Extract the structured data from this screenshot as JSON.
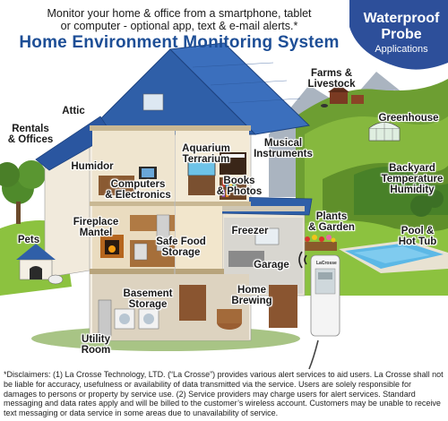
{
  "header": {
    "tagline_line1": "Monitor your home & office from a smartphone, tablet",
    "tagline_line2": "or computer - optional app, text & e-mail alerts.*",
    "title": "Home Environment Monitoring System"
  },
  "badge": {
    "line1": "Waterproof",
    "line2": "Probe",
    "line3": "Applications",
    "color": "#2d4f9a"
  },
  "labels": {
    "farms": [
      "Farms &",
      "Livestock"
    ],
    "attic": [
      "Attic"
    ],
    "rentals": [
      "Rentals",
      "& Offices"
    ],
    "greenhouse": [
      "Greenhouse"
    ],
    "aquarium": [
      "Aquarium",
      "Terrarium"
    ],
    "musical": [
      "Musical",
      "Instruments"
    ],
    "humidor": [
      "Humidor"
    ],
    "backyard": [
      "Backyard",
      "Temperature",
      "Humidity"
    ],
    "computers": [
      "Computers",
      "& Electronics"
    ],
    "books": [
      "Books",
      "& Photos"
    ],
    "plants": [
      "Plants",
      "& Garden"
    ],
    "fireplace": [
      "Fireplace",
      "Mantel"
    ],
    "freezer": [
      "Freezer"
    ],
    "pool": [
      "Pool &",
      "Hot Tub"
    ],
    "pets": [
      "Pets"
    ],
    "safefood": [
      "Safe Food",
      "Storage"
    ],
    "garage": [
      "Garage"
    ],
    "basement": [
      "Basement",
      "Storage"
    ],
    "homebrewing": [
      "Home",
      "Brewing"
    ],
    "utility": [
      "Utility",
      "Room"
    ]
  },
  "sensor": {
    "brand": "LaCrosse"
  },
  "disclaimer": "*Disclaimers: (1) La Crosse Technology, LTD. (“La Crosse”) provides various alert services to aid users.  La Crosse shall not be liable for accuracy, usefulness or availability of data transmitted via the service. Users are solely responsible for damages to persons or property by service use. (2) Service providers may charge users for alert services. Standard messaging and data rates apply and will be billed to the customer’s wireless account. Customers may be unable to receive text messaging or data service in some areas due to unavailability of service.",
  "colors": {
    "roof": "#2f5fa8",
    "title": "#1d4e96",
    "grass": "#7fb539",
    "hill": "#5e8f2c",
    "mountain": "#9aa7b5",
    "wall": "#f1eadc",
    "pool": "#5cb8e6"
  },
  "icons": [
    "dog-house-icon",
    "barn-icon",
    "greenhouse-icon",
    "sensor-device-icon",
    "wireless-signal-icon",
    "pool-icon",
    "flowers-icon"
  ]
}
